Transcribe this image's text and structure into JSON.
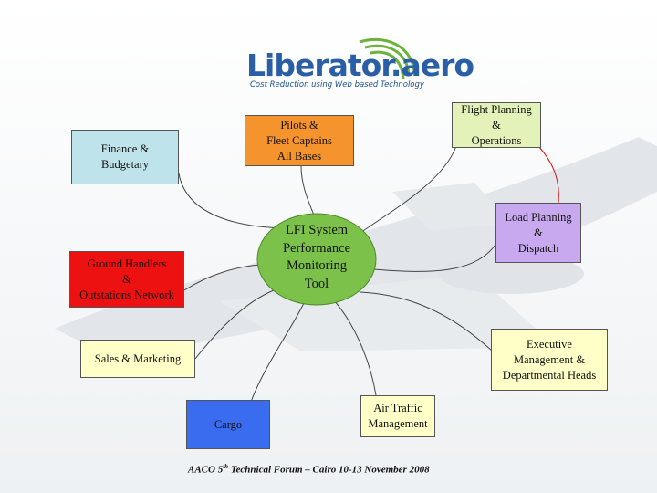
{
  "logo": {
    "wordmark": "Liberator.aero",
    "tagline": "Cost Reduction using Web based Technology"
  },
  "hub": {
    "label": "LFI System\nPerformance\nMonitoring\nTool"
  },
  "nodes": {
    "finance": "Finance &\nBudgetary",
    "pilots": "Pilots &\nFleet Captains\nAll Bases",
    "flight_planning": "Flight Planning\n&\nOperations",
    "load_planning": "Load Planning\n&\nDispatch",
    "ground_handlers": "Ground Handlers\n&\nOutstations Network",
    "sales": "Sales & Marketing",
    "executive": "Executive\nManagement &\nDepartmental Heads",
    "cargo": "Cargo",
    "air_traffic": "Air Traffic\nManagement"
  },
  "footer": {
    "prefix": "AACO 5",
    "superscript": "th",
    "suffix": " Technical Forum – Cairo 10-13 November  2008"
  },
  "colors": {
    "finance": "#bfe3ea",
    "pilots": "#f5932c",
    "flight_planning": "#e3f2b8",
    "load_planning": "#c8a8ee",
    "ground_handlers": "#ee1111",
    "sales": "#ffffc8",
    "executive": "#ffffc8",
    "cargo": "#3a6cf0",
    "air_traffic": "#ffffc8",
    "hub": "#7cc14a",
    "logo_blue": "#2a5fa8",
    "logo_green": "#6bb33a",
    "connector": "#444444",
    "connector_red": "#cc1111"
  }
}
